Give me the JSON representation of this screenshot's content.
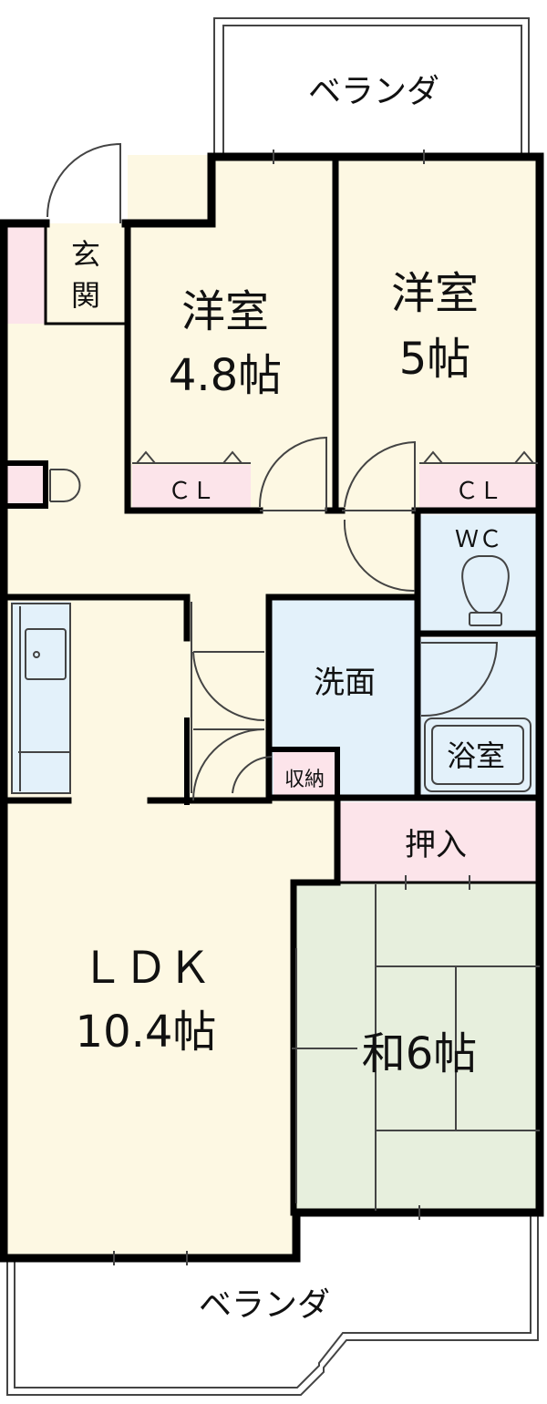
{
  "colors": {
    "corridor": "#fdf8e3",
    "ldk": "#fdf8e3",
    "western_room": "#fdf8e3",
    "water_area": "#e3f1fa",
    "storage": "#fce4ea",
    "tatami": "#e7efdd",
    "wall": "#000000",
    "line": "#444444",
    "balcony": "#ffffff"
  },
  "rooms": {
    "veranda_top": "ベランダ",
    "veranda_bottom": "ベランダ",
    "entrance_line1": "玄",
    "entrance_line2": "関",
    "western_left_name": "洋室",
    "western_left_size": "4.8帖",
    "western_right_name": "洋室",
    "western_right_size": "5帖",
    "closet_left": "ＣＬ",
    "closet_right": "ＣＬ",
    "toilet": "ＷＣ",
    "washroom": "洗面",
    "bath": "浴室",
    "storage": "収納",
    "oshiire": "押入",
    "ldk_name": "ＬＤＫ",
    "ldk_size": "10.4帖",
    "japanese_room": "和6帖"
  }
}
